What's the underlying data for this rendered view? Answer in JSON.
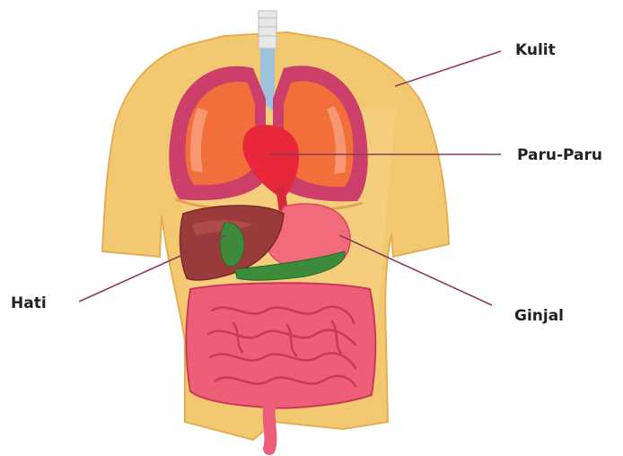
{
  "labels": {
    "kulit": "Kulit",
    "paru_paru": "Paru-Paru",
    "hati": "Hati",
    "ginjal": "Ginjal"
  },
  "colors": {
    "skin": "#f2c870",
    "skin_shadow": "#e3ae55",
    "lung_outer": "#cc3f6a",
    "lung_inner": "#f26f3c",
    "lung_highlight": "#f7a080",
    "heart": "#e8283a",
    "trachea": "#9fc2dc",
    "liver": "#9a3b3b",
    "gallbladder": "#3f8a3a",
    "stomach": "#f26b7a",
    "pancreas": "#3c8c3c",
    "intestine": "#ee5e78",
    "intestine_dark": "#c93a5a",
    "leader_line": "#8b3a5a"
  }
}
